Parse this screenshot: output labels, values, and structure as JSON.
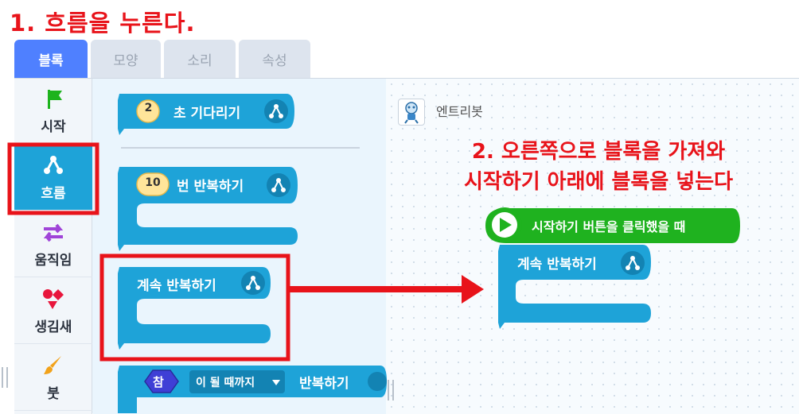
{
  "step1_text": "1. 흐름을 누른다.",
  "step2_line1": "2. 오른쪽으로 블록을 가져와",
  "step2_line2": "시작하기 아래에 블록을 넣는다",
  "tabs": [
    {
      "label": "블록",
      "active": true
    },
    {
      "label": "모양",
      "active": false
    },
    {
      "label": "소리",
      "active": false
    },
    {
      "label": "속성",
      "active": false
    }
  ],
  "categories": [
    {
      "label": "시작",
      "icon": "flag-icon",
      "selected": false
    },
    {
      "label": "흐름",
      "icon": "flow-icon",
      "selected": true
    },
    {
      "label": "움직임",
      "icon": "move-arrows-icon",
      "selected": false
    },
    {
      "label": "생김새",
      "icon": "shapes-icon",
      "selected": false
    },
    {
      "label": "붓",
      "icon": "brush-icon",
      "selected": false
    }
  ],
  "palette_blocks": {
    "wait_value": "2",
    "wait_label": "초 기다리기",
    "repeat_value": "10",
    "repeat_label": "번 반복하기",
    "forever_label": "계속 반복하기",
    "until_bool": "참",
    "until_dropdown": "이 될 때까지",
    "until_label": "반복하기"
  },
  "canvas": {
    "object_name": "엔트리봇",
    "start_block_label": "시작하기 버튼을 클릭했을 때",
    "forever_label": "계속 반복하기"
  },
  "colors": {
    "flow_block": "#1ea3d8",
    "flow_block_dark": "#1383b3",
    "start_block": "#1fb21f",
    "annotation_red": "#e8131a",
    "tab_active": "#4f80ff"
  }
}
